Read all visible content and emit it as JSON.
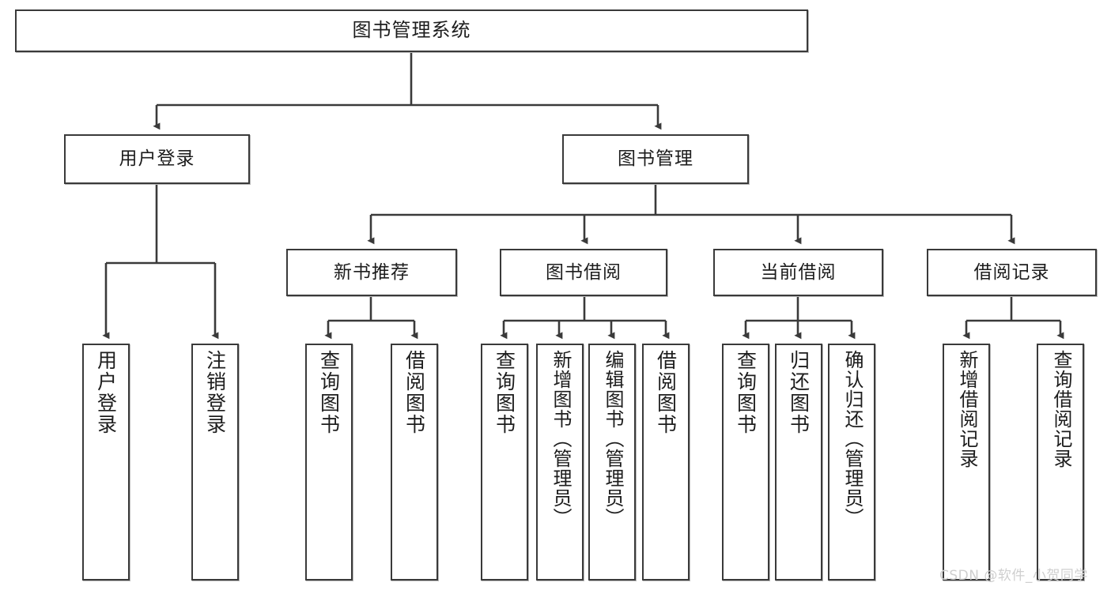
{
  "diagram": {
    "title": "图书管理系统",
    "type": "tree-hierarchy",
    "root": {
      "id": "root",
      "label": "图书管理系统"
    },
    "level2": [
      {
        "id": "user-login",
        "label": "用户登录"
      },
      {
        "id": "book-manage",
        "label": "图书管理"
      }
    ],
    "level3": [
      {
        "id": "new-book-rec",
        "label": "新书推荐",
        "parent": "book-manage"
      },
      {
        "id": "book-borrow",
        "label": "图书借阅",
        "parent": "book-manage"
      },
      {
        "id": "current-borrow",
        "label": "当前借阅",
        "parent": "book-manage"
      },
      {
        "id": "borrow-record",
        "label": "借阅记录",
        "parent": "book-manage"
      }
    ],
    "leaves": {
      "user-login": [
        {
          "id": "leaf-user-login",
          "label": "用户登录"
        },
        {
          "id": "leaf-user-logout",
          "label": "注销登录"
        }
      ],
      "new-book-rec": [
        {
          "id": "leaf-query-book-1",
          "label": "查询图书"
        },
        {
          "id": "leaf-borrow-book-1",
          "label": "借阅图书"
        }
      ],
      "book-borrow": [
        {
          "id": "leaf-query-book-2",
          "label": "查询图书"
        },
        {
          "id": "leaf-add-book",
          "label": "新增图书（管理员）"
        },
        {
          "id": "leaf-edit-book",
          "label": "编辑图书（管理员）"
        },
        {
          "id": "leaf-borrow-book-2",
          "label": "借阅图书"
        }
      ],
      "current-borrow": [
        {
          "id": "leaf-query-book-3",
          "label": "查询图书"
        },
        {
          "id": "leaf-return-book",
          "label": "归还图书"
        },
        {
          "id": "leaf-confirm-return",
          "label": "确认归还（管理员）"
        }
      ],
      "borrow-record": [
        {
          "id": "leaf-add-record",
          "label": "新增借阅记录"
        },
        {
          "id": "leaf-query-record",
          "label": "查询借阅记录"
        }
      ]
    }
  },
  "watermark": {
    "text": "CSDN @软件_小贺同学"
  },
  "colors": {
    "border": "#3a3a3a",
    "background": "#ffffff",
    "text": "#1d1d1d",
    "edge": "#3a3a3a",
    "watermark": "#cfcfcf"
  }
}
